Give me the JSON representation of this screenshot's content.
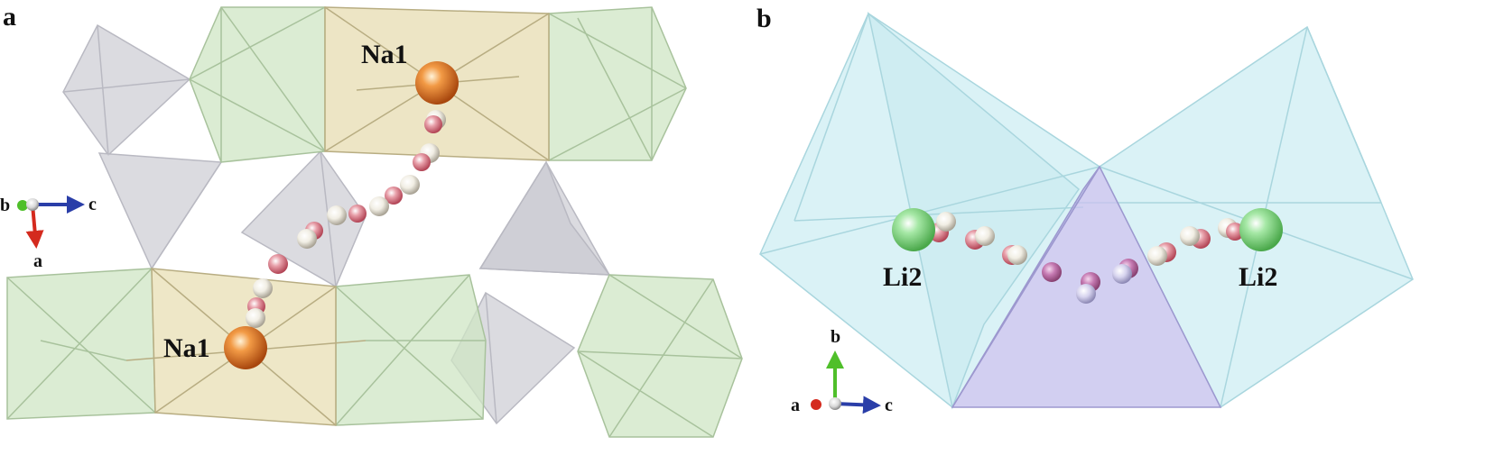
{
  "panels": [
    {
      "letter": "a",
      "site_labels": [
        "Na1",
        "Na1"
      ],
      "axes": {
        "x": "c",
        "y": "a",
        "z": "b"
      }
    },
    {
      "letter": "b",
      "site_labels": [
        "Li2",
        "Li2"
      ],
      "axes": {
        "x": "c",
        "y": "b",
        "z": "a"
      }
    }
  ],
  "colors": {
    "green_polyhedra": "#cfe6c4",
    "tan_polyhedra": "#e8dfb6",
    "grey_polyhedra": "#cfcfd6",
    "cyan_polyhedra": "#cdeef3",
    "purple_polyhedron": "#c7c3ee",
    "na_atom": "#e07b25",
    "li_atom": "#8fdc8f",
    "path_site_pink": "#d97a86",
    "path_site_white": "#f1eee4",
    "axis_red": "#d42a1e",
    "axis_blue": "#2a3ea8",
    "axis_green": "#4fbf2a"
  }
}
